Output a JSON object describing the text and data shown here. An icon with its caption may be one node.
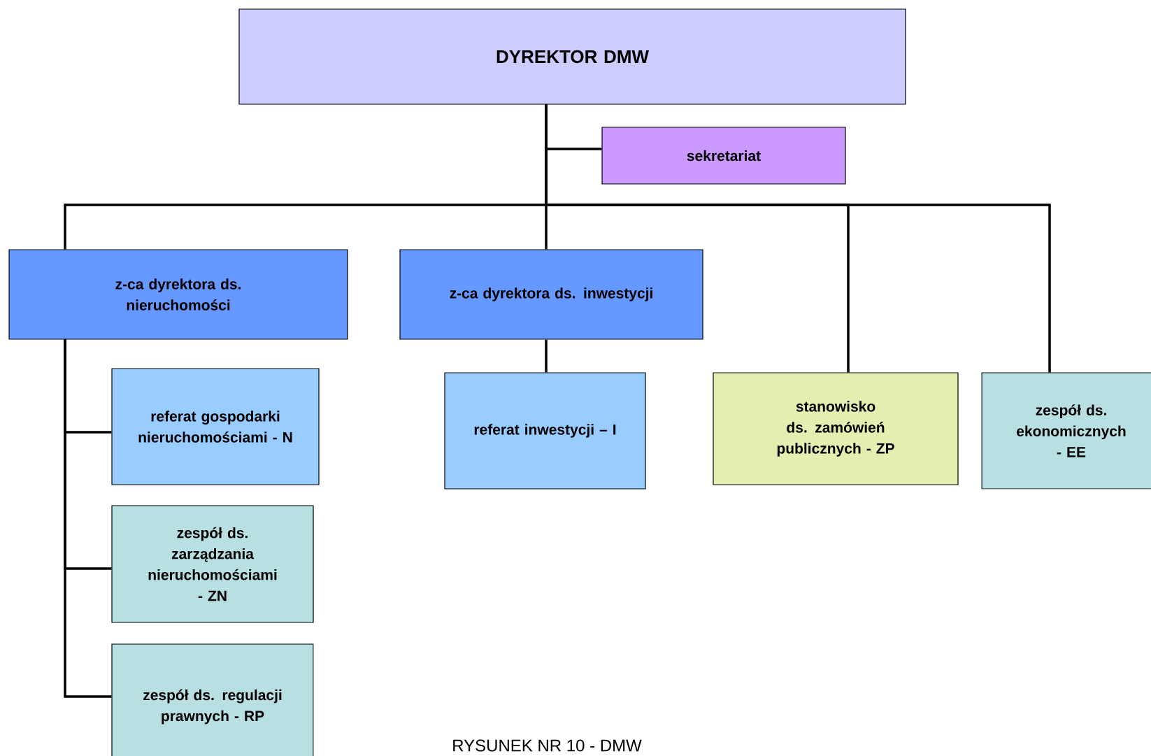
{
  "diagram": {
    "caption": "RYSUNEK NR 10 - DMW",
    "nodes": [
      {
        "text": [
          "DYREKTOR DMW"
        ]
      },
      {
        "text": [
          "sekretariat"
        ]
      },
      {
        "text": [
          "z-ca dyrektora ds. nieruchomości"
        ]
      },
      {
        "text": [
          "z-ca dyrektora ds. inwestycji"
        ]
      },
      {
        "text": [
          "referat gospodarki nieruchomościami - N"
        ]
      },
      {
        "text": [
          "zespół ds. zarządzania nieruchomościami - ZN"
        ]
      },
      {
        "text": [
          "zespół ds. regulacji prawnych - RP"
        ]
      },
      {
        "text": [
          "referat inwestycji – I"
        ]
      },
      {
        "text": [
          "stanowisko ds. zamówień publicznych - ZP"
        ]
      },
      {
        "text": [
          "zespół ds. ekonomicznych - EE"
        ]
      }
    ],
    "edges": [
      {
        "from": 0,
        "to": 1,
        "arrow": "none"
      },
      {
        "from": 0,
        "to": 2,
        "arrow": "none"
      },
      {
        "from": 0,
        "to": 3,
        "arrow": "none"
      },
      {
        "from": 0,
        "to": 8,
        "arrow": "none"
      },
      {
        "from": 0,
        "to": 9,
        "arrow": "none"
      },
      {
        "from": 2,
        "to": 4,
        "arrow": "none"
      },
      {
        "from": 2,
        "to": 5,
        "arrow": "none"
      },
      {
        "from": 2,
        "to": 6,
        "arrow": "none"
      },
      {
        "from": 3,
        "to": 7,
        "arrow": "none"
      }
    ]
  }
}
